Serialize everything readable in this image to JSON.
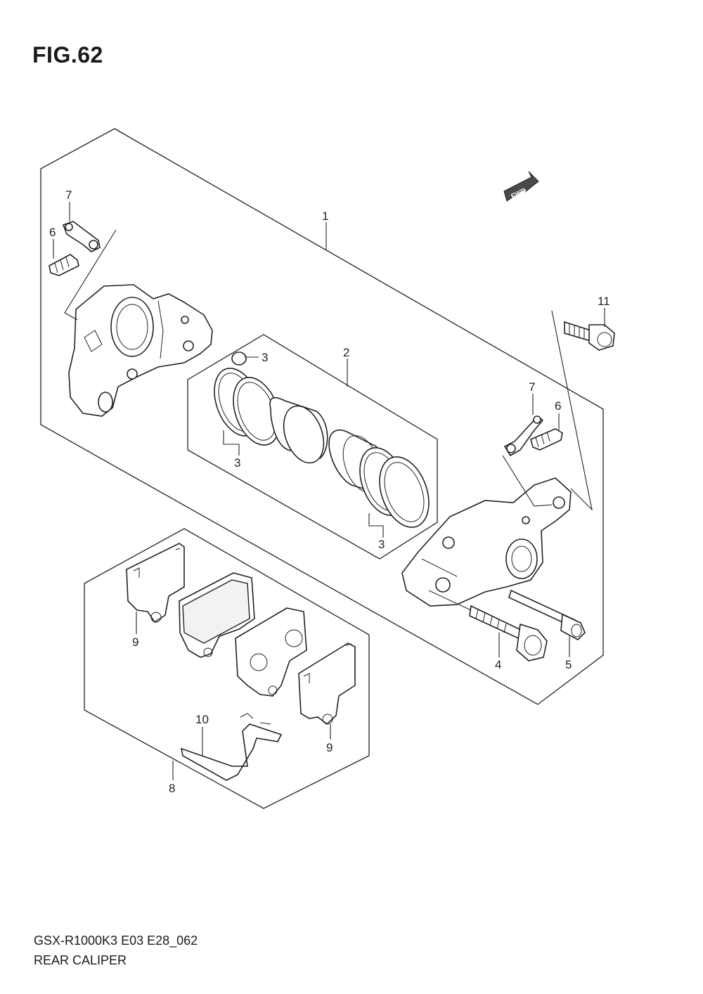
{
  "figure": {
    "title": "FIG.62"
  },
  "fwd_badge": {
    "text": "FWD"
  },
  "parts": [
    {
      "ref": "1"
    },
    {
      "ref": "2"
    },
    {
      "ref": "3"
    },
    {
      "ref": "4"
    },
    {
      "ref": "5"
    },
    {
      "ref": "6"
    },
    {
      "ref": "7"
    },
    {
      "ref": "8"
    },
    {
      "ref": "9"
    },
    {
      "ref": "10"
    },
    {
      "ref": "11"
    }
  ],
  "footer": {
    "model_code": "GSX-R1000K3 E03 E28_062",
    "section_name": "REAR CALIPER"
  }
}
